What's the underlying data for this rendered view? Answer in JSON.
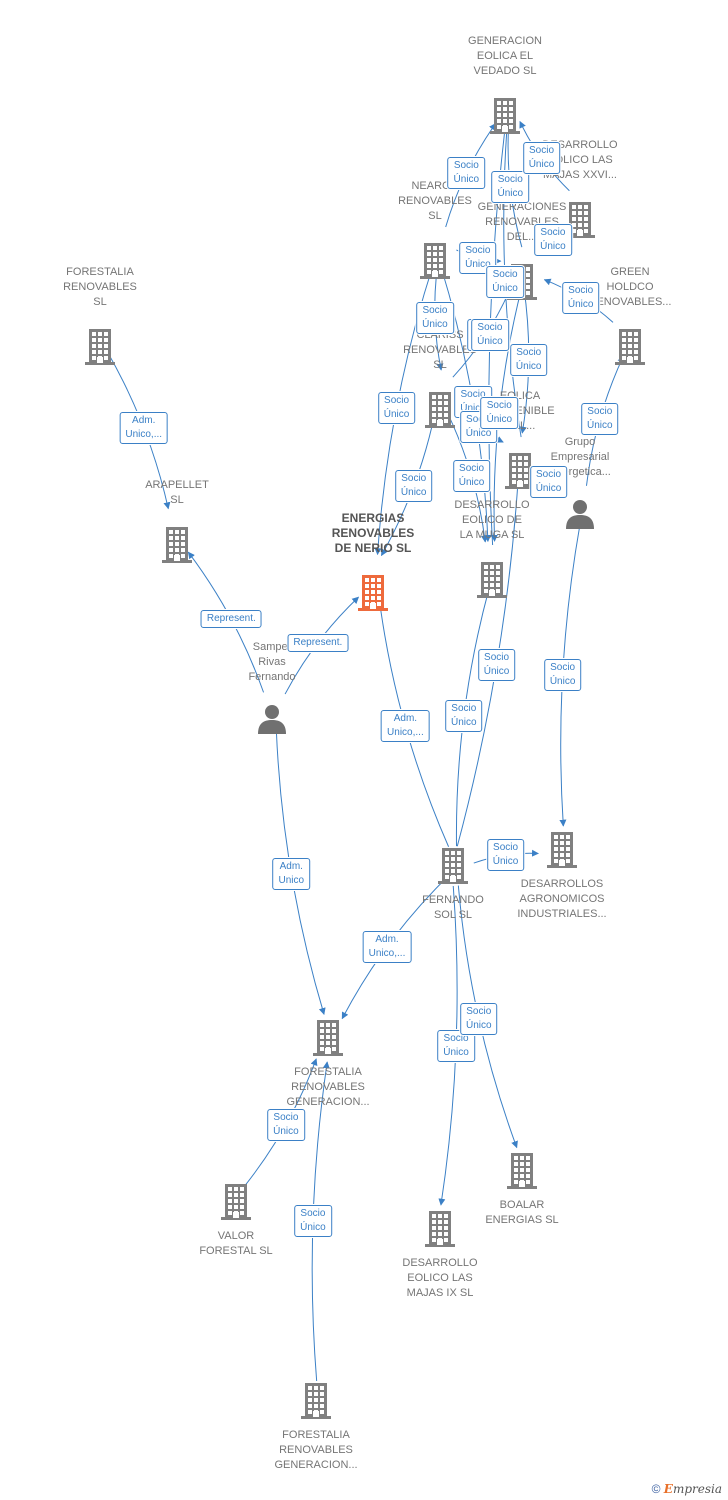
{
  "colors": {
    "edge": "#3b80c6",
    "company": "#808080",
    "main": "#ee6a3c",
    "person": "#707070"
  },
  "nodes": [
    {
      "id": "generacion-eolica-vedado",
      "label": "GENERACION\nEOLICA EL\nVEDADO SL",
      "type": "company",
      "icon": "building-icon"
    },
    {
      "id": "desarrollo-majas-xxvi",
      "label": "DESARROLLO\nEOLICO LAS\nMAJAS XXVI...",
      "type": "company",
      "icon": "building-icon"
    },
    {
      "id": "nearco",
      "label": "NEARCO\nRENOVABLES\nSL",
      "type": "company",
      "icon": "building-icon"
    },
    {
      "id": "generaciones-renovables",
      "label": "GENERACIONES\nRENOVABLES\nDEL...",
      "type": "company",
      "icon": "building-icon"
    },
    {
      "id": "green-holdco",
      "label": "GREEN\nHOLDCO\nRENOVABLES...",
      "type": "company",
      "icon": "building-icon"
    },
    {
      "id": "forestalia-renovables",
      "label": "FORESTALIA\nRENOVABLES\nSL",
      "type": "company",
      "icon": "building-icon"
    },
    {
      "id": "clariss",
      "label": "CLARISS\nRENOVABLES\nSL",
      "type": "company",
      "icon": "building-icon"
    },
    {
      "id": "eolica-sostenible",
      "label": "EOLICA\nSOSTENIBLE\nDEL...",
      "type": "company",
      "icon": "building-icon"
    },
    {
      "id": "grupo-empresarial",
      "label": "Grupo\nEmpresarial\nEnergetica...",
      "type": "person",
      "icon": "person-icon"
    },
    {
      "id": "arapellet",
      "label": "ARAPELLET\nSL",
      "type": "company",
      "icon": "building-icon"
    },
    {
      "id": "energias-nerio",
      "label": "ENERGIAS\nRENOVABLES\nDE NERIO  SL",
      "type": "main",
      "icon": "building-icon"
    },
    {
      "id": "desarrollo-la-muga",
      "label": "DESARROLLO\nEOLICO DE\nLA MUGA SL",
      "type": "company",
      "icon": "building-icon"
    },
    {
      "id": "samper",
      "label": "Samper\nRivas\nFernando",
      "type": "person",
      "icon": "person-icon"
    },
    {
      "id": "fernando-sol",
      "label": "FERNANDO\nSOL SL",
      "type": "company",
      "icon": "building-icon"
    },
    {
      "id": "desarrollos-agronomicos",
      "label": "DESARROLLOS\nAGRONOMICOS\nINDUSTRIALES...",
      "type": "company",
      "icon": "building-icon"
    },
    {
      "id": "forestalia-generacion-1",
      "label": "FORESTALIA\nRENOVABLES\nGENERACION...",
      "type": "company",
      "icon": "building-icon"
    },
    {
      "id": "valor-forestal",
      "label": "VALOR\nFORESTAL SL",
      "type": "company",
      "icon": "building-icon"
    },
    {
      "id": "boalar",
      "label": "BOALAR\nENERGIAS  SL",
      "type": "company",
      "icon": "building-icon"
    },
    {
      "id": "desarrollo-majas-ix",
      "label": "DESARROLLO\nEOLICO LAS\nMAJAS IX  SL",
      "type": "company",
      "icon": "building-icon"
    },
    {
      "id": "forestalia-generacion-2",
      "label": "FORESTALIA\nRENOVABLES\nGENERACION...",
      "type": "company",
      "icon": "building-icon"
    }
  ],
  "edges": [
    {
      "from": "forestalia-renovables",
      "to": "arapellet",
      "label": "Adm.\nUnico,..."
    },
    {
      "from": "samper",
      "to": "arapellet",
      "label": "Represent."
    },
    {
      "from": "samper",
      "to": "energias-nerio",
      "label": "Represent."
    },
    {
      "from": "samper",
      "to": "forestalia-generacion-1",
      "label": "Adm.\nUnico"
    },
    {
      "from": "fernando-sol",
      "to": "energias-nerio",
      "label": "Adm.\nUnico,..."
    },
    {
      "from": "fernando-sol",
      "to": "forestalia-generacion-1",
      "label": "Adm.\nUnico,..."
    },
    {
      "from": "fernando-sol",
      "to": "desarrollo-la-muga",
      "label": "Socio\nÚnico"
    },
    {
      "from": "fernando-sol",
      "to": "eolica-sostenible",
      "label": "Socio\nÚnico"
    },
    {
      "from": "fernando-sol",
      "to": "desarrollo-majas-ix",
      "label": "Socio\nÚnico"
    },
    {
      "from": "fernando-sol",
      "to": "boalar",
      "label": "Socio\nÚnico"
    },
    {
      "from": "fernando-sol",
      "to": "desarrollos-agronomicos",
      "label": "Socio\nÚnico"
    },
    {
      "from": "valor-forestal",
      "to": "forestalia-generacion-1",
      "label": "Socio\nÚnico"
    },
    {
      "from": "forestalia-generacion-2",
      "to": "forestalia-generacion-1",
      "label": "Socio\nÚnico"
    },
    {
      "from": "grupo-empresarial",
      "to": "desarrollos-agronomicos",
      "label": "Socio\nÚnico"
    },
    {
      "from": "grupo-empresarial",
      "to": "green-holdco",
      "label": "Socio\nÚnico"
    },
    {
      "from": "nearco",
      "to": "energias-nerio",
      "label": "Socio\nÚnico"
    },
    {
      "from": "nearco",
      "to": "generacion-eolica-vedado",
      "label": "Socio\nÚnico"
    },
    {
      "from": "nearco",
      "to": "clariss",
      "label": "Socio\nÚnico"
    },
    {
      "from": "nearco",
      "to": "desarrollo-la-muga",
      "label": "Socio\nÚnico"
    },
    {
      "from": "nearco",
      "to": "generaciones-renovables",
      "label": "Socio\nÚnico"
    },
    {
      "from": "clariss",
      "to": "energias-nerio",
      "label": "Socio\nÚnico"
    },
    {
      "from": "clariss",
      "to": "generaciones-renovables",
      "label": "Socio\nÚnico"
    },
    {
      "from": "clariss",
      "to": "desarrollo-la-muga",
      "label": "Socio\nÚnico"
    },
    {
      "from": "clariss",
      "to": "eolica-sostenible",
      "label": "Socio\nÚnico"
    },
    {
      "from": "generaciones-renovables",
      "to": "generacion-eolica-vedado",
      "label": "Socio\nÚnico"
    },
    {
      "from": "generaciones-renovables",
      "to": "desarrollo-majas-xxvi",
      "label": "Socio\nÚnico"
    },
    {
      "from": "generaciones-renovables",
      "to": "eolica-sostenible",
      "label": "Socio\nÚnico"
    },
    {
      "from": "generaciones-renovables",
      "to": "desarrollo-la-muga",
      "label": "Socio\nÚnico"
    },
    {
      "from": "desarrollo-majas-xxvi",
      "to": "generacion-eolica-vedado",
      "label": "Socio\nÚnico"
    },
    {
      "from": "green-holdco",
      "to": "generaciones-renovables",
      "label": "Socio\nÚnico"
    },
    {
      "from": "eolica-sostenible",
      "to": "generacion-eolica-vedado",
      "label": "Socio\nÚnico"
    },
    {
      "from": "eolica-sostenible",
      "to": "grupo-empresarial",
      "label": "Socio\nÚnico"
    },
    {
      "from": "desarrollo-la-muga",
      "to": "generacion-eolica-vedado",
      "label": "Socio\nÚnico"
    }
  ],
  "footer": {
    "copyright": "©",
    "brand_initial": "E",
    "brand_rest": "mpresia"
  }
}
